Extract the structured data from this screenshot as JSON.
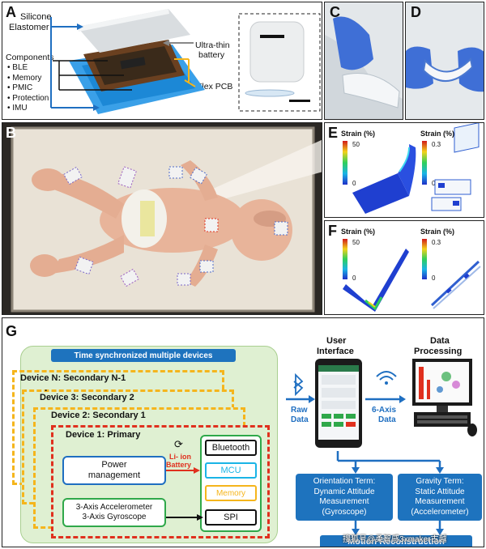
{
  "panel_labels": {
    "a": "A",
    "b": "B",
    "c": "C",
    "d": "D",
    "e": "E",
    "f": "F",
    "g": "G"
  },
  "panel_a": {
    "silicone_line1": "Silicone",
    "silicone_line2": "Elastomer",
    "components_title": "Components",
    "components_list": [
      "BLE",
      "Memory",
      "PMIC",
      "Protection",
      "IMU"
    ],
    "battery_line1": "Ultra-thin",
    "battery_line2": "battery",
    "flex_pcb": "Flex PCB"
  },
  "strain_plots": [
    {
      "label": "Strain (%)",
      "max": "50",
      "min": "0"
    },
    {
      "label": "Strain (%)",
      "max": "0.3",
      "min": "0"
    },
    {
      "label": "Strain (%)",
      "max": "50",
      "min": "0"
    },
    {
      "label": "Strain (%)",
      "max": "0.3",
      "min": "0"
    }
  ],
  "panel_g": {
    "banner": "Time synchronized multiple devices",
    "device_n": "Device N: Secondary N-1",
    "dots": "·",
    "device3": "Device 3: Secondary 2",
    "device2": "Device 2: Secondary 1",
    "device1": "Device 1: Primary",
    "power_line1": "Power",
    "power_line2": "management",
    "battery_line1": "Li- ion",
    "battery_line2": "Battery",
    "sensors_line1": "3-Axis Accelerometer",
    "sensors_line2": "3-Axis Gyroscope",
    "bluetooth": "Bluetooth",
    "mcu": "MCU",
    "memory": "Memory",
    "spi": "SPI",
    "raw_line1": "Raw",
    "raw_line2": "Data",
    "axis_line1": "6-Axis",
    "axis_line2": "Data",
    "ui_line1": "User",
    "ui_line2": "Interface",
    "dp_line1": "Data",
    "dp_line2": "Processing",
    "orient": [
      "Orientation Term:",
      "Dynamic Attitude",
      "Measurement",
      "(Gyroscope)"
    ],
    "gravity": [
      "Gravity Term:",
      "Static Attitude",
      "Measurement",
      "(Accelerometer)"
    ],
    "motion": "Motion Reconstruction",
    "watermark": "搜狐号@柔智感3xmaker古越"
  },
  "colors": {
    "yellow_dash": "#f5b51c",
    "red_dash": "#e0301e",
    "green": "#2fa84a",
    "blue": "#1f6fc1",
    "panel_green_bg": "#dff0d2",
    "banner_blue": "#1e73be"
  }
}
